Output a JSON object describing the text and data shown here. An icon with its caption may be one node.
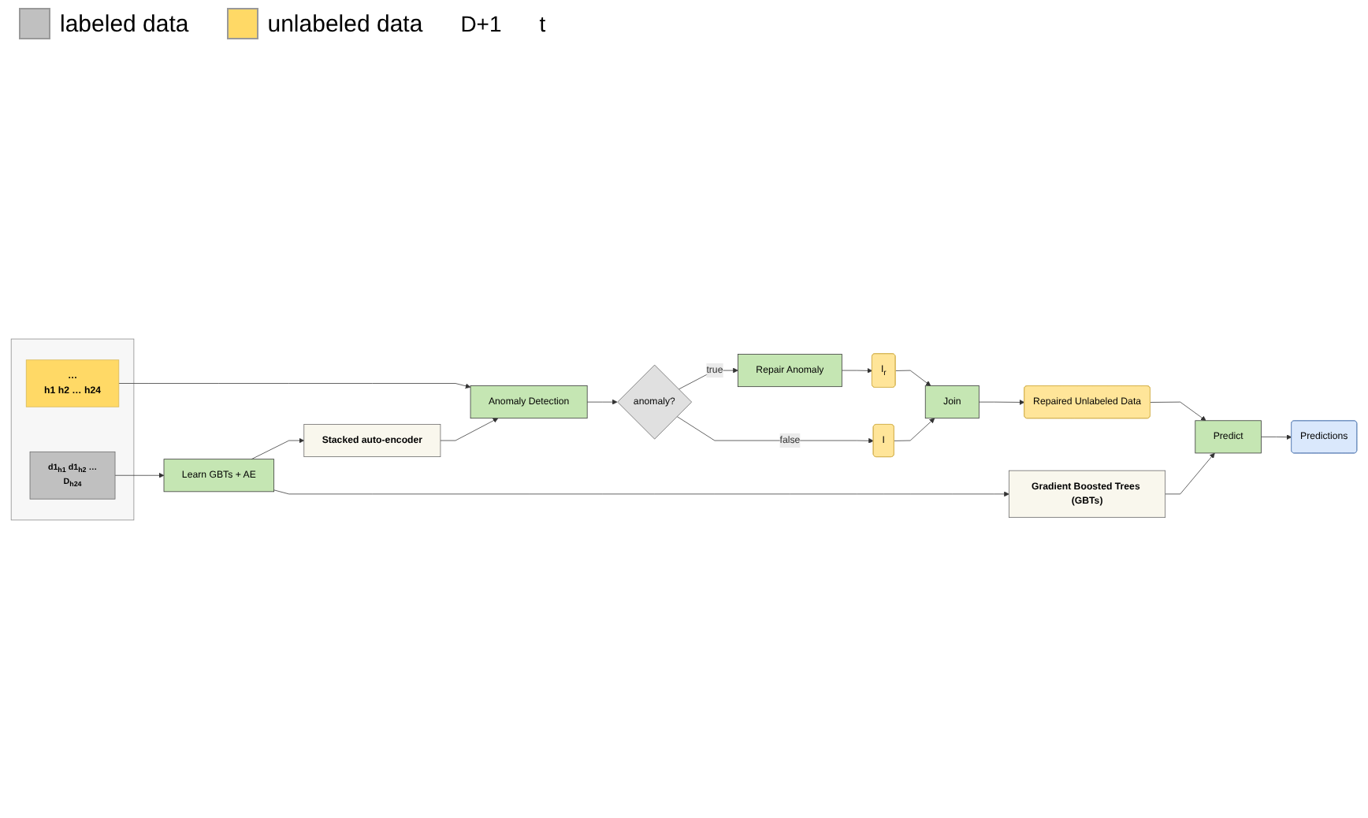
{
  "diagram": {
    "nodes": [
      {
        "text": [],
        "shape": "box"
      },
      {
        "text": [
          "d1$_{h1}$ d1$_{h2}$ …",
          "D$_{h24}$"
        ],
        "in": 0
      },
      {
        "text": [
          "…",
          "h1 h2 … h24"
        ],
        "in": 0
      },
      {
        "text": [
          "Learn GBTs + AE"
        ]
      },
      {
        "text": [
          "Anomaly Detection"
        ]
      },
      {
        "text": [
          "Gradient Boosted Trees (GBTs)"
        ]
      },
      {
        "text": [
          "Stacked auto-encoder"
        ]
      },
      {
        "text": [
          "anomaly?"
        ]
      },
      {
        "text": [
          "Repair Anomaly"
        ]
      },
      {
        "text": [
          "I$_{r}$"
        ]
      },
      {
        "text": [
          "I"
        ]
      },
      {
        "text": [
          "Join"
        ]
      },
      {
        "text": [
          "Repaired Unlabeled Data"
        ]
      },
      {
        "text": [
          "Predict"
        ]
      },
      {
        "text": [
          "Predictions"
        ]
      }
    ],
    "edges": [
      {
        "from": 1,
        "to": 3,
        "arrow": "to"
      },
      {
        "from": 2,
        "to": 4,
        "arrow": "to"
      },
      {
        "from": 3,
        "to": 5,
        "arrow": "to"
      },
      {
        "from": 3,
        "to": 6,
        "arrow": "to"
      },
      {
        "from": 6,
        "to": 4,
        "arrow": "to"
      },
      {
        "from": 4,
        "to": 7,
        "arrow": "to"
      },
      {
        "from": 7,
        "to": 8,
        "label": "true",
        "arrow": "to"
      },
      {
        "from": 7,
        "to": 10,
        "label": "false",
        "arrow": "to"
      },
      {
        "from": 8,
        "to": 9,
        "arrow": "to"
      },
      {
        "from": 9,
        "to": 11,
        "arrow": "to"
      },
      {
        "from": 10,
        "to": 11,
        "arrow": "to"
      },
      {
        "from": 11,
        "to": 12,
        "arrow": "to"
      },
      {
        "from": 12,
        "to": 13,
        "arrow": "to"
      },
      {
        "from": 5,
        "to": 13,
        "arrow": "to"
      },
      {
        "from": 13,
        "to": 14,
        "arrow": "to"
      }
    ],
    "labels": [
      "D+1",
      "t"
    ],
    "legend": [
      {
        "text": "labeled data",
        "color": "#c0c0c0"
      },
      {
        "text": "unlabeled data",
        "color": "#ffd966"
      }
    ]
  }
}
